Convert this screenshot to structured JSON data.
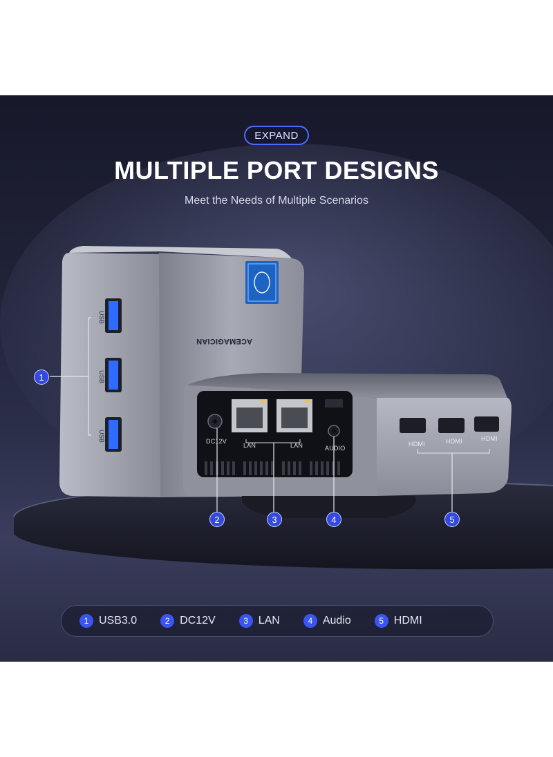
{
  "badge": "EXPAND",
  "title": "MULTIPLE PORT DESIGNS",
  "subtitle": "Meet the Needs of Multiple Scenarios",
  "device": {
    "brand": "ACEMAGICIAN",
    "left_side_labels": [
      "USB",
      "USB",
      "USB"
    ],
    "rear_labels": [
      "DC12V",
      "LAN",
      "LAN",
      "AUDIO"
    ],
    "side_labels": [
      "HDMI",
      "HDMI",
      "HDMI"
    ]
  },
  "callouts": [
    "1",
    "2",
    "3",
    "4",
    "5"
  ],
  "legend": [
    {
      "num": "1",
      "label": "USB3.0"
    },
    {
      "num": "2",
      "label": "DC12V"
    },
    {
      "num": "3",
      "label": "LAN"
    },
    {
      "num": "4",
      "label": "Audio"
    },
    {
      "num": "5",
      "label": "HDMI"
    }
  ],
  "colors": {
    "background": "#1f2136",
    "accent_blue": "#3349e0",
    "device_silver": "#9a9da8"
  }
}
